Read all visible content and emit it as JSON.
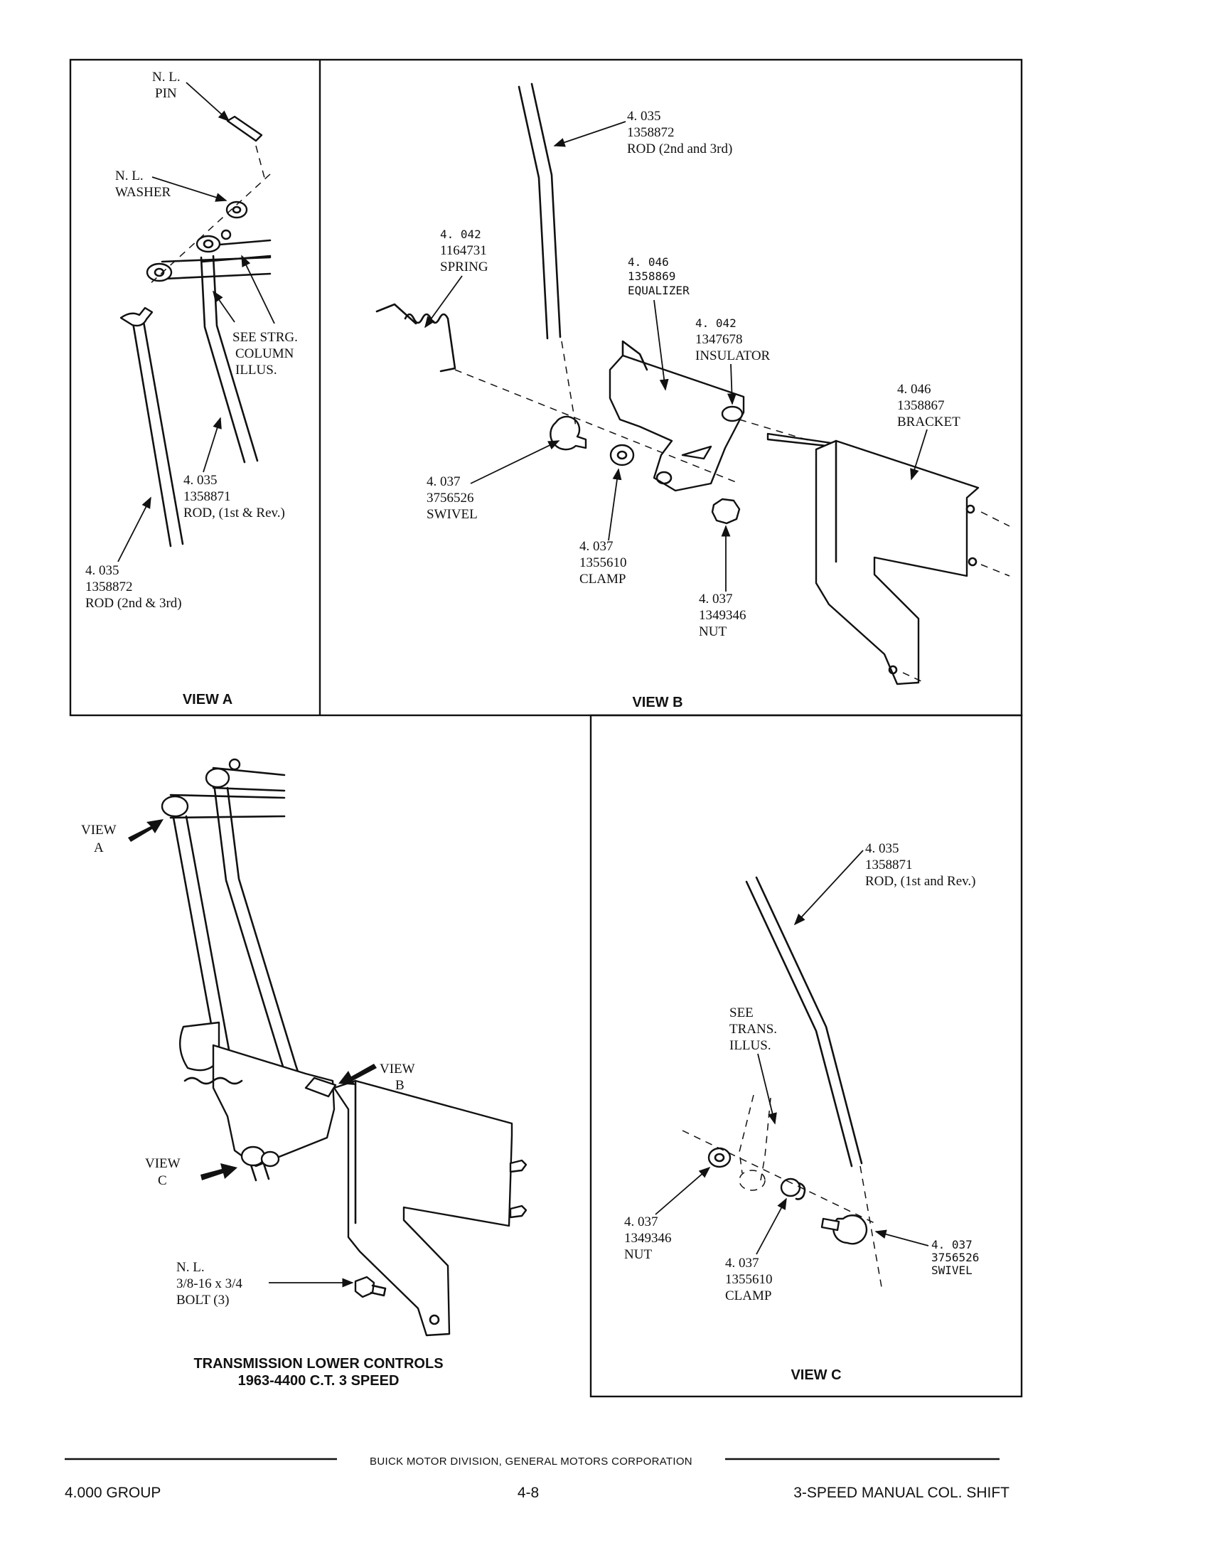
{
  "view_a": {
    "title": "VIEW A",
    "pin": [
      "N. L.",
      "PIN"
    ],
    "washer": [
      "N. L.",
      "WASHER"
    ],
    "see_column": [
      "SEE STRG.",
      "COLUMN",
      "ILLUS."
    ],
    "rod_1st": [
      "4. 035",
      "1358871",
      "ROD, (1st & Rev.)"
    ],
    "rod_2nd": [
      "4. 035",
      "1358872",
      "ROD (2nd & 3rd)"
    ]
  },
  "view_b": {
    "title": "VIEW B",
    "rod": [
      "4. 035",
      "1358872",
      "ROD (2nd and 3rd)"
    ],
    "spring": [
      "4. 042",
      "1164731",
      "SPRING"
    ],
    "equalizer": [
      "4. 046",
      "1358869",
      "EQUALIZER"
    ],
    "insulator": [
      "4. 042",
      "1347678",
      "INSULATOR"
    ],
    "bracket": [
      "4. 046",
      "1358867",
      "BRACKET"
    ],
    "swivel": [
      "4. 037",
      "3756526",
      "SWIVEL"
    ],
    "clamp": [
      "4. 037",
      "1355610",
      "CLAMP"
    ],
    "nut": [
      "4. 037",
      "1349346",
      "NUT"
    ]
  },
  "main": {
    "view_a_callout": [
      "VIEW",
      "A"
    ],
    "view_b_callout": [
      "VIEW",
      "B"
    ],
    "view_c_callout": [
      "VIEW",
      "C"
    ],
    "bolt": [
      "N. L.",
      "3/8-16 x 3/4",
      "BOLT (3)"
    ],
    "caption": [
      "TRANSMISSION LOWER CONTROLS",
      "1963-4400 C.T. 3 SPEED"
    ]
  },
  "view_c": {
    "title": "VIEW C",
    "rod": [
      "4. 035",
      "1358871",
      "ROD, (1st and Rev.)"
    ],
    "see_trans": [
      "SEE",
      "TRANS.",
      "ILLUS."
    ],
    "nut": [
      "4. 037",
      "1349346",
      "NUT"
    ],
    "clamp": [
      "4. 037",
      "1355610",
      "CLAMP"
    ],
    "swivel": [
      "4. 037",
      "3756526",
      "SWIVEL"
    ]
  },
  "footer": {
    "division": "BUICK MOTOR DIVISION, GENERAL MOTORS CORPORATION",
    "group": "4.000 GROUP",
    "page": "4-8",
    "section": "3-SPEED MANUAL COL. SHIFT"
  }
}
